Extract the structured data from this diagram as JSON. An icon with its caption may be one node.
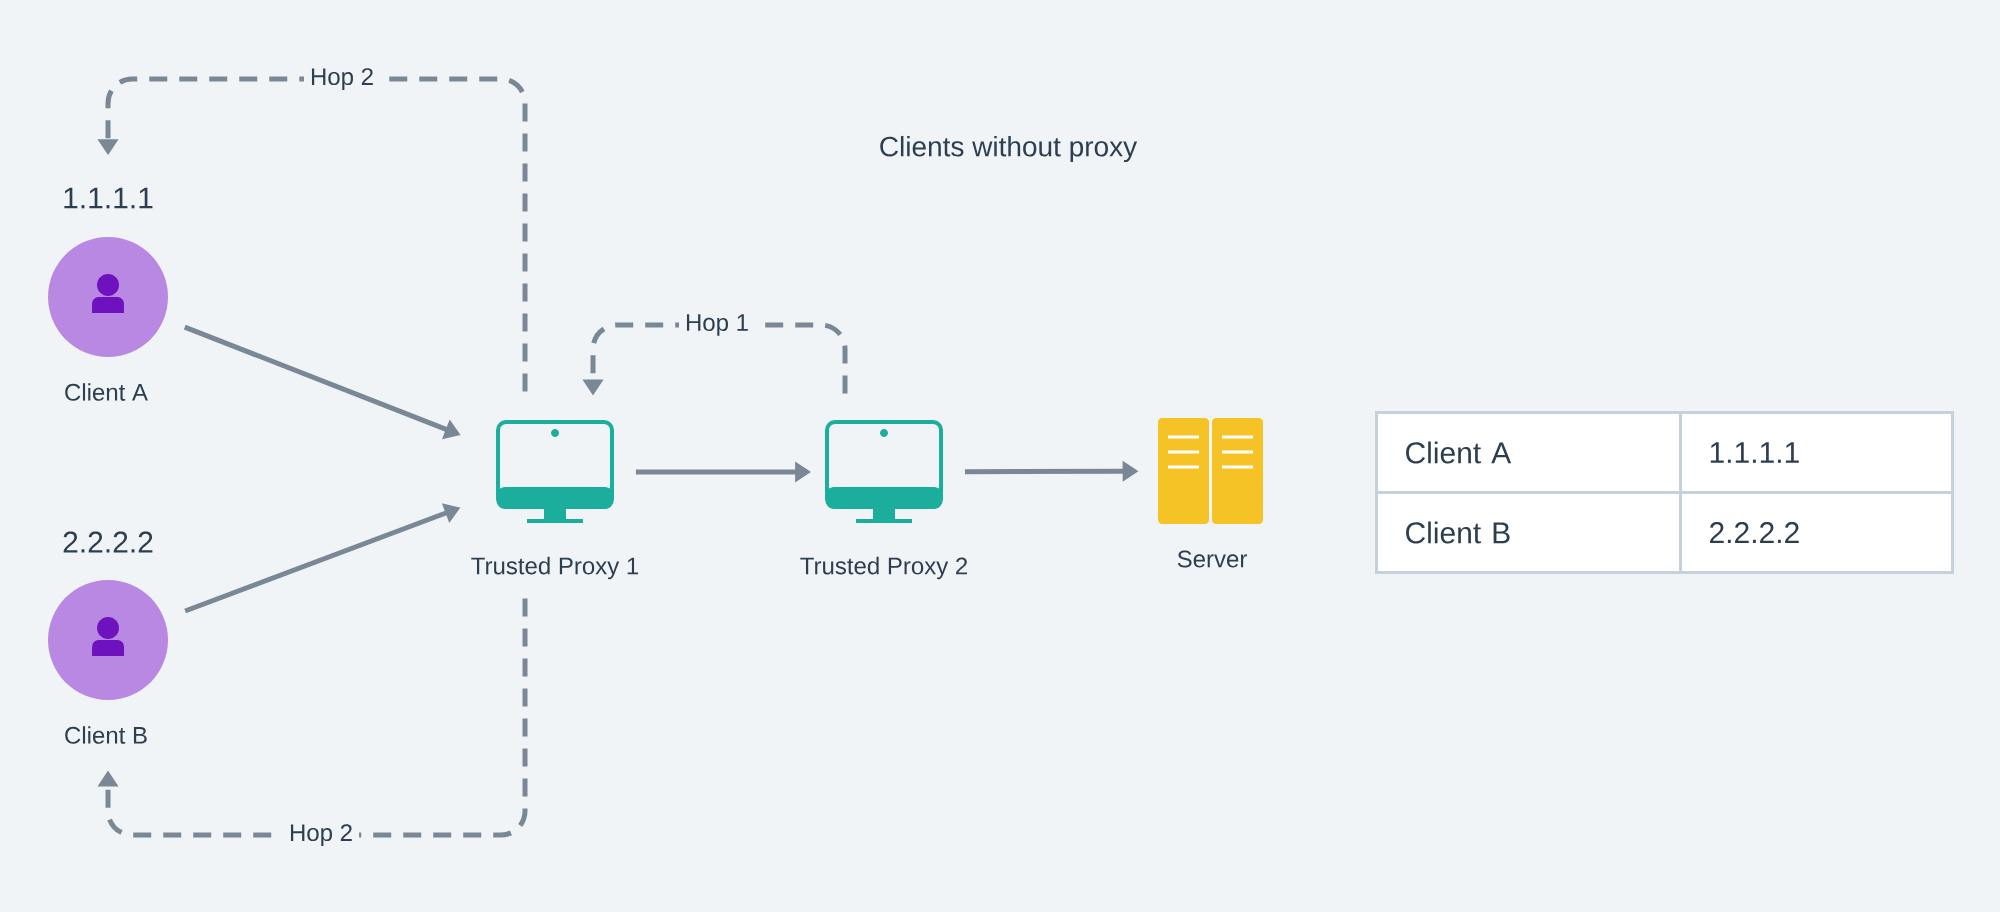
{
  "diagram": {
    "title": "Clients without proxy",
    "nodes": [
      {
        "text": [
          "1.1.1.1"
        ]
      },
      {
        "text": [
          "Client A"
        ]
      },
      {
        "text": [
          "2.2.2.2"
        ]
      },
      {
        "text": [
          "Client B"
        ]
      },
      {
        "text": [
          "Trusted Proxy 1"
        ]
      },
      {
        "text": [
          "Trusted Proxy 2"
        ]
      },
      {
        "text": [
          "Server"
        ]
      }
    ],
    "edges": [
      {
        "from": 1,
        "to": 4,
        "arrow": "to"
      },
      {
        "from": 3,
        "to": 4,
        "arrow": "to"
      },
      {
        "from": 4,
        "to": 5,
        "arrow": "to"
      },
      {
        "from": 5,
        "to": 6,
        "arrow": "to"
      },
      {
        "from": 5,
        "to": 4,
        "arrow": "to",
        "style": "dashed",
        "label": "Hop 1"
      },
      {
        "from": 4,
        "to": 0,
        "arrow": "to",
        "style": "dashed",
        "label": "Hop 2"
      },
      {
        "from": 4,
        "to": 3,
        "arrow": "to",
        "style": "dashed",
        "label": "Hop 2"
      }
    ],
    "labels": [
      "Client A",
      "1.1.1.1",
      "Client B",
      "2.2.2.2"
    ]
  }
}
